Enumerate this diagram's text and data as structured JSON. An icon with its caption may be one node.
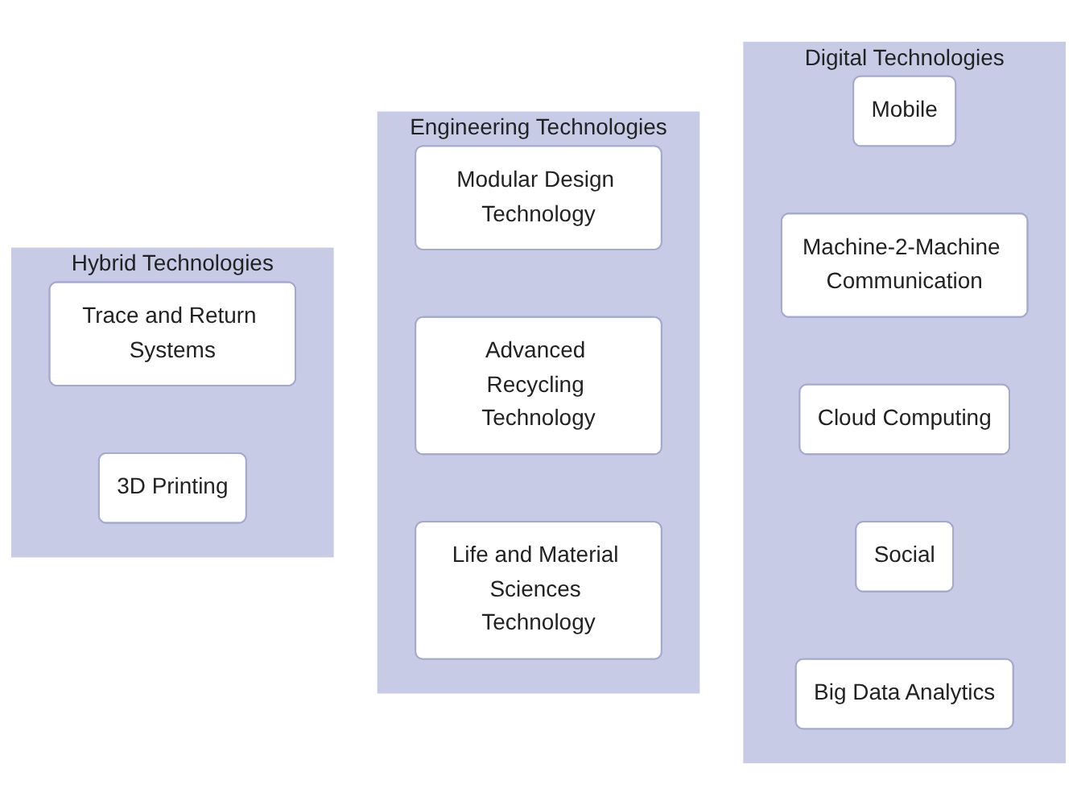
{
  "diagram": {
    "nodes": [
      {
        "text": [
          "Digital Technologies"
        ]
      },
      {
        "text": [
          "Mobile"
        ],
        "in": 0
      },
      {
        "text": [
          "Machine-2-Machine Communication"
        ],
        "in": 0
      },
      {
        "text": [
          "Cloud Computing"
        ],
        "in": 0
      },
      {
        "text": [
          "Social"
        ],
        "in": 0
      },
      {
        "text": [
          "Big Data Analytics"
        ],
        "in": 0
      },
      {
        "text": [
          "Engineering Technologies"
        ]
      },
      {
        "text": [
          "Modular Design Technology"
        ],
        "in": 6
      },
      {
        "text": [
          "Advanced Recycling Technology"
        ],
        "in": 6
      },
      {
        "text": [
          "Life and Material Sciences Technology"
        ],
        "in": 6
      },
      {
        "text": [
          "Hybrid Technologies"
        ]
      },
      {
        "text": [
          "Trace and Return Systems"
        ],
        "in": 10
      },
      {
        "text": [
          "3D Printing"
        ],
        "in": 10
      }
    ]
  }
}
